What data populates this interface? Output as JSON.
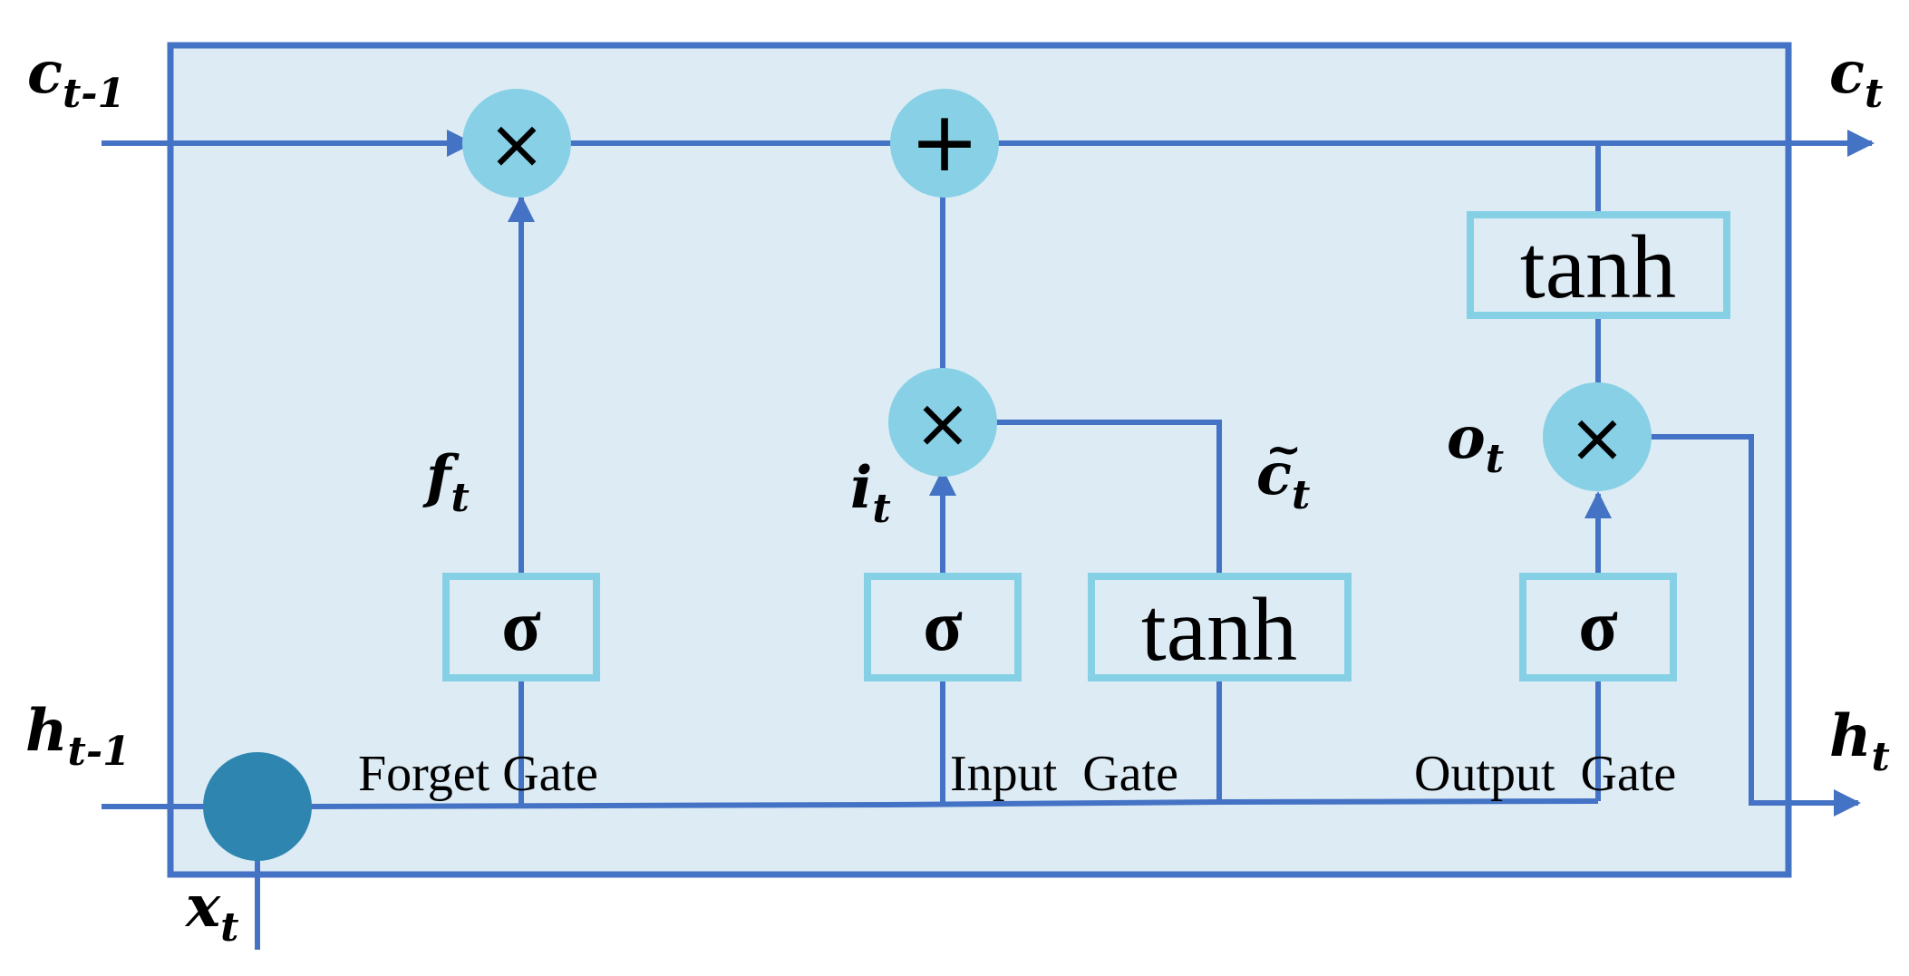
{
  "labels": {
    "c_prev": "c",
    "c_prev_sub": "t-1",
    "c_next": "c",
    "c_next_sub": "t",
    "h_prev": "h",
    "h_prev_sub": "t-1",
    "h_next": "h",
    "h_next_sub": "t",
    "x_in": "x",
    "x_in_sub": "t",
    "f_gate": "f",
    "f_gate_sub": "t",
    "i_gate": "i",
    "i_gate_sub": "t",
    "o_gate": "o",
    "o_gate_sub": "t",
    "c_tilde": "c",
    "c_tilde_mark": "~",
    "c_tilde_sub": "t"
  },
  "boxes": {
    "forget_sigma": "σ",
    "input_sigma": "σ",
    "candidate_tanh": "tanh",
    "output_sigma": "σ",
    "cell_tanh": "tanh"
  },
  "operators": {
    "forget_mult": "×",
    "cell_add": "+",
    "input_mult": "×",
    "output_mult": "×"
  },
  "gate_names": {
    "forget": "Forget Gate",
    "input": "Input  Gate",
    "output": "Output  Gate"
  },
  "colors": {
    "cell_fill": "#DCEBF4",
    "line": "#4472C4",
    "op_fill": "#87D0E6",
    "box_stroke": "#86D0E6",
    "input_node": "#2E86B0"
  }
}
